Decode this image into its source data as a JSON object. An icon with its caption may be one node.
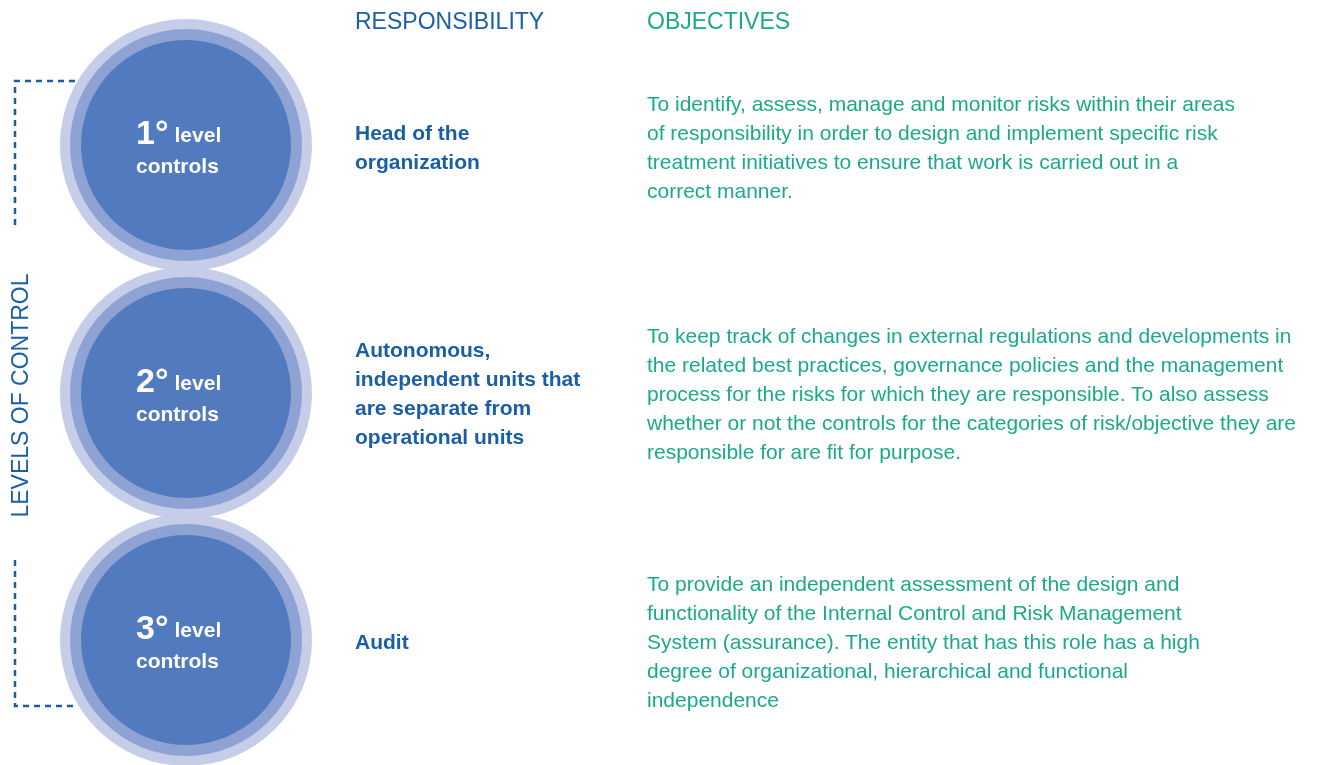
{
  "diagram": {
    "nodes": [
      {
        "text": [
          "1°",
          "level controls"
        ]
      },
      {
        "text": [
          "2°",
          "level controls"
        ]
      },
      {
        "text": [
          "3°",
          "level controls"
        ]
      }
    ],
    "labels": [
      "RESPONSIBILITY",
      "OBJECTIVES",
      "Head of the organization",
      "To identify, assess, manage and monitor risks within their areas of responsibility in order to design and implement specific risk treatment initiatives to ensure that work is carried out in a correct manner.",
      "Autonomous, independent units that are separate from operational units",
      "To keep track of changes in external regulations and developments in the related best practices, governance policies and the management process for the risks for which they are responsible. To also assess whether or not the controls for the categories of risk/objective they are responsible for are fit for purpose.",
      "Audit",
      "To provide an independent assessment of the design and functionality of the Internal Control and Risk Management System (assurance). The entity that has this role has a high degree of organizational, hierarchical and functional independence",
      "LEVELS OF CONTROL"
    ]
  }
}
